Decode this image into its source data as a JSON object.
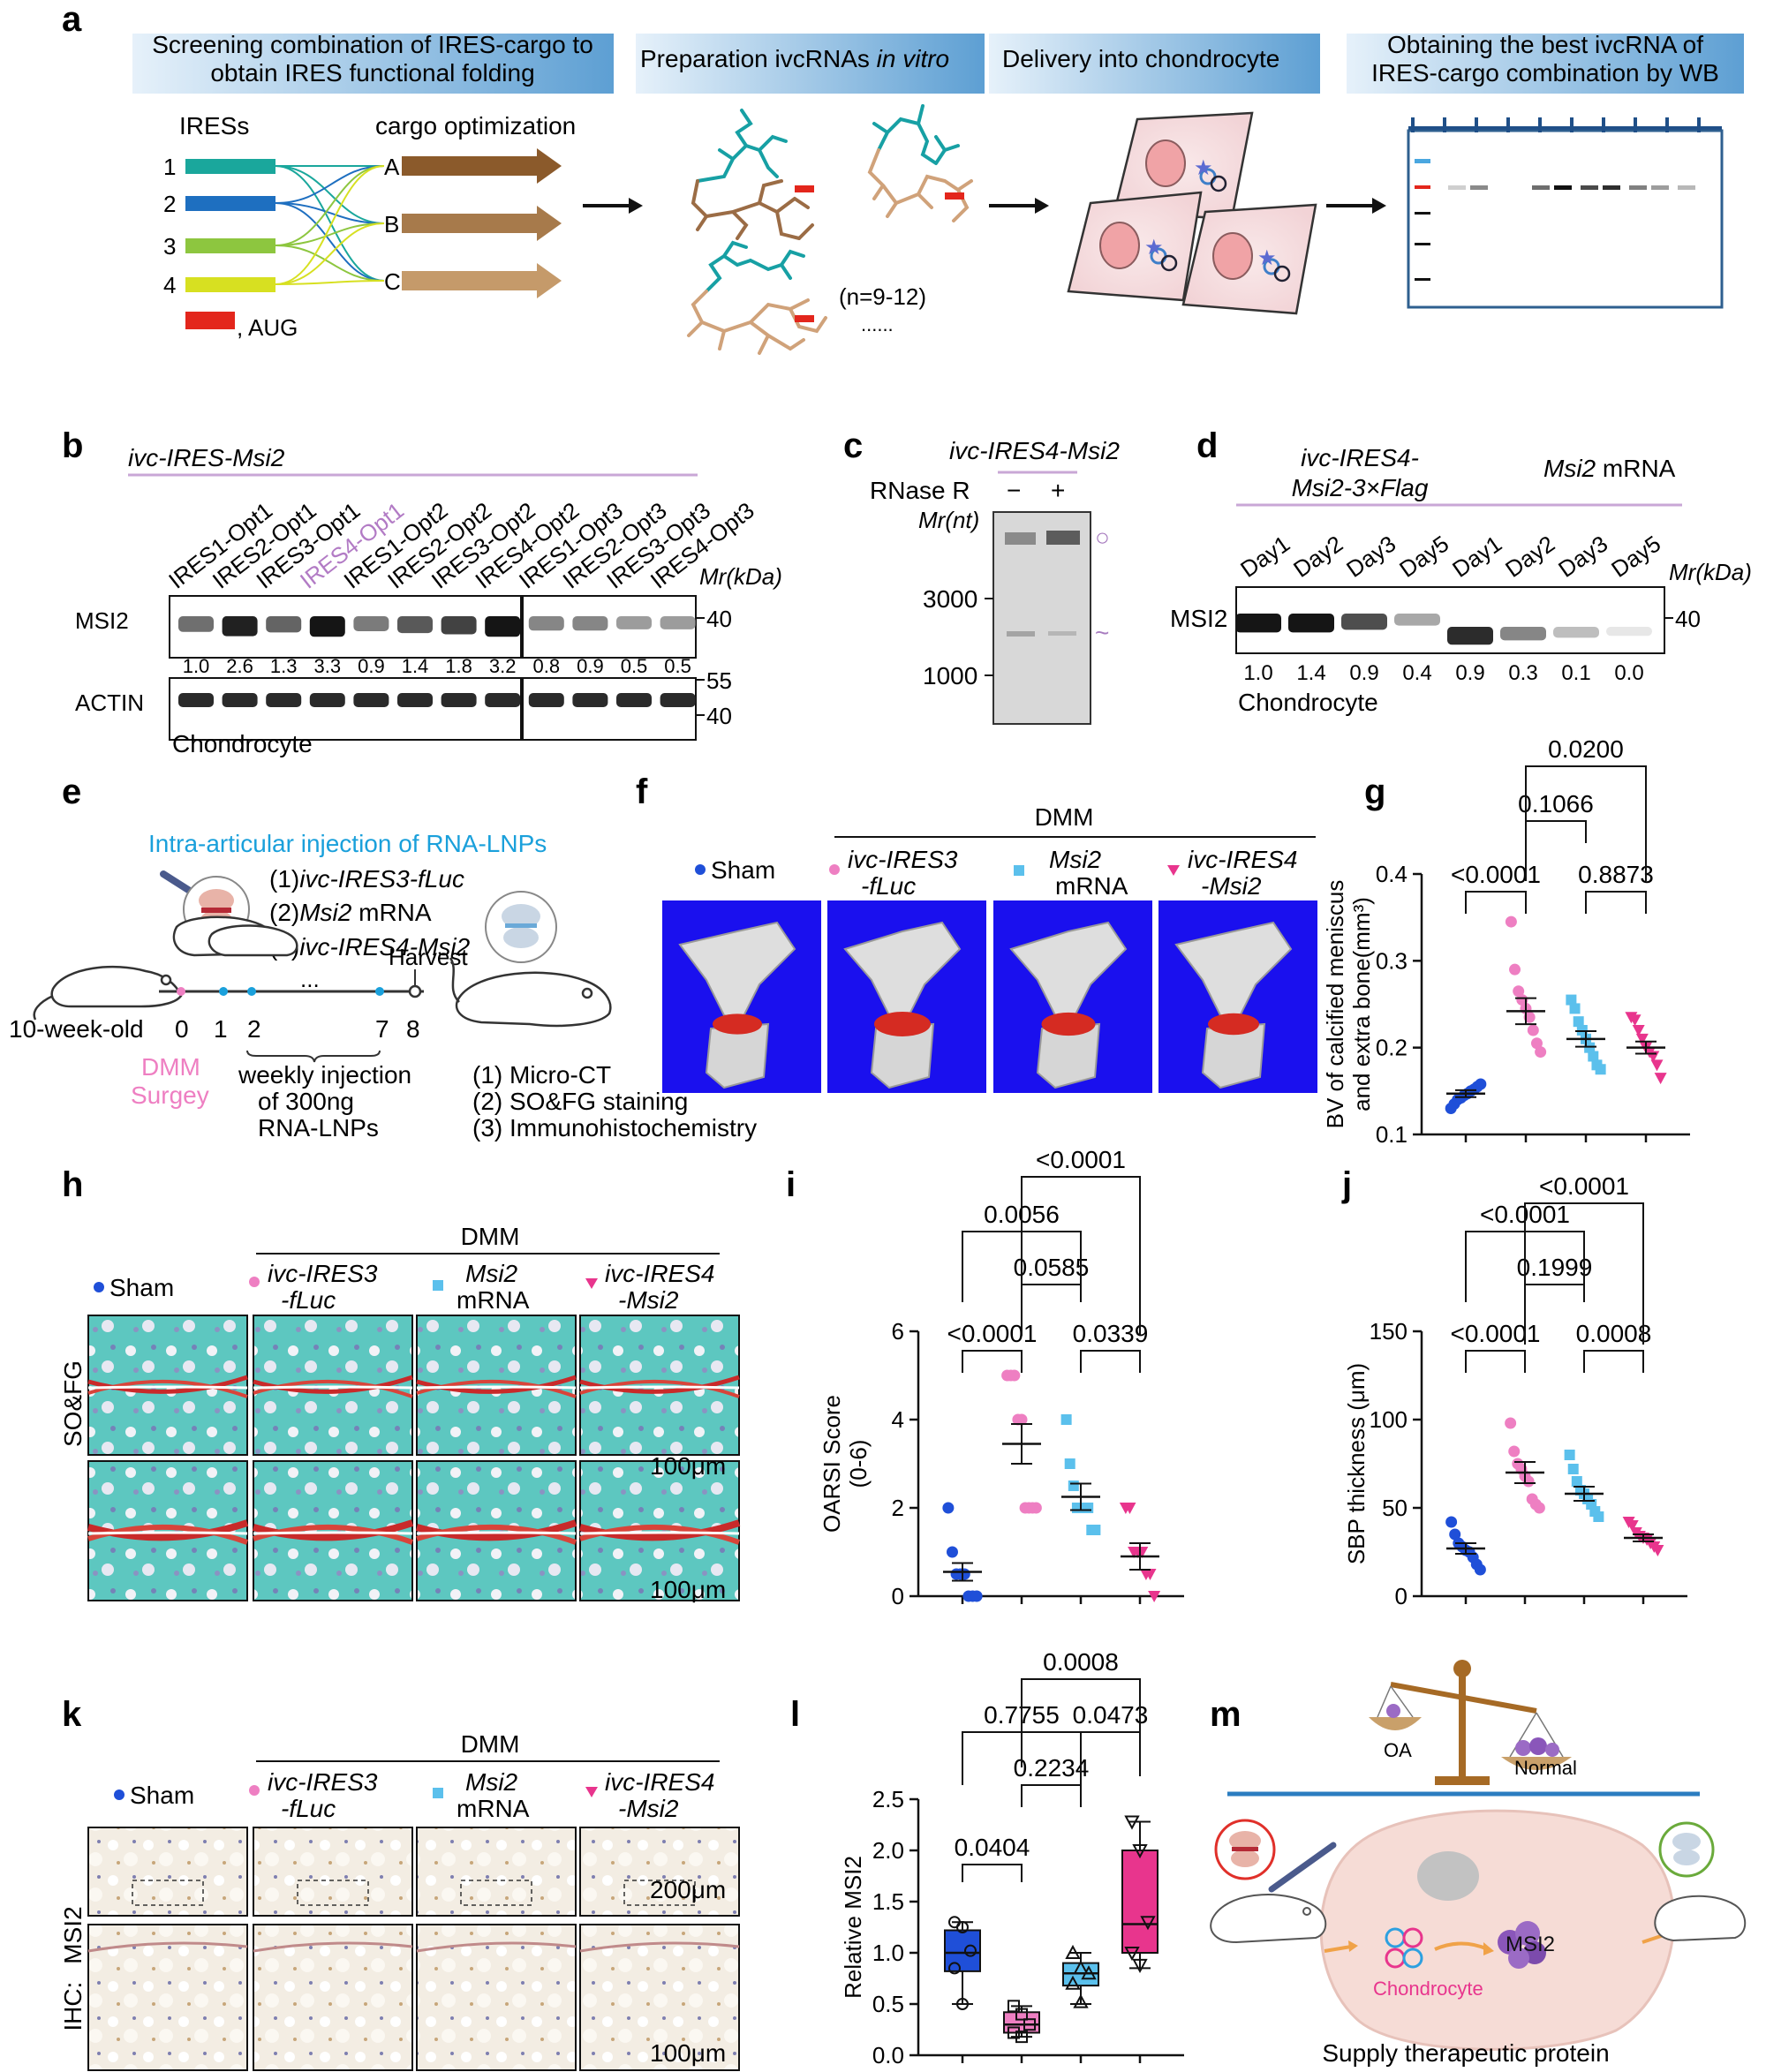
{
  "panel_labels": {
    "a": "a",
    "b": "b",
    "c": "c",
    "d": "d",
    "e": "e",
    "f": "f",
    "g": "g",
    "h": "h",
    "i": "i",
    "j": "j",
    "k": "k",
    "l": "l",
    "m": "m"
  },
  "panel_a": {
    "headers": [
      {
        "line1": "Screening combination of IRES-cargo to",
        "line2": "obtain IRES functional folding"
      },
      {
        "line1": "Preparation ivcRNAs ",
        "line1_italic": "in vitro",
        "line2": ""
      },
      {
        "line1": "Delivery into chondrocyte",
        "line2": ""
      },
      {
        "line1": "Obtaining the best ivcRNA of",
        "line2": "IRES-cargo combination by WB"
      }
    ],
    "ires_title": "IRESs",
    "cargo_title": "cargo optimization",
    "ires_numbers": [
      "1",
      "2",
      "3",
      "4"
    ],
    "ires_colors": [
      "#1aa79c",
      "#1e6fc0",
      "#8dc63f",
      "#d7e021"
    ],
    "cargo_letters": [
      "A",
      "B",
      "C"
    ],
    "cargo_colors": [
      "#8b5a2b",
      "#a77a4b",
      "#c59a6a"
    ],
    "aug_label": ", AUG",
    "n_label": "(n=9-12)",
    "dots": "......"
  },
  "panel_b": {
    "title": "ivc-IRES-Msi2",
    "lanes": [
      "IRES1-Opt1",
      "IRES2-Opt1",
      "IRES3-Opt1",
      "IRES4-Opt1",
      "IRES1-Opt2",
      "IRES2-Opt2",
      "IRES3-Opt2",
      "IRES4-Opt2",
      "IRES1-Opt3",
      "IRES2-Opt3",
      "IRES3-Opt3",
      "IRES4-Opt3"
    ],
    "highlight_lane": "IRES4-Opt1",
    "mr_label": "Mr(kDa)",
    "row1": "MSI2",
    "row2": "ACTIN",
    "values": [
      "1.0",
      "2.6",
      "1.3",
      "3.3",
      "0.9",
      "1.4",
      "1.8",
      "3.2",
      "0.8",
      "0.9",
      "0.5",
      "0.5"
    ],
    "intensities": [
      0.55,
      0.9,
      0.6,
      0.95,
      0.5,
      0.65,
      0.75,
      0.95,
      0.45,
      0.45,
      0.35,
      0.35
    ],
    "markers_top": [
      "40"
    ],
    "markers_bottom": [
      "55",
      "40"
    ],
    "footer": "Chondrocyte"
  },
  "panel_c": {
    "title": "ivc-IRES4-Msi2",
    "rnase": "RNase R",
    "minus": "−",
    "plus": "+",
    "mr": "Mr(nt)",
    "markers": [
      "3000",
      "1000"
    ],
    "circ_symbol": "○",
    "lin_symbol": "~"
  },
  "panel_d": {
    "group1_l1": "ivc-IRES4-",
    "group1_l2": "Msi2-3×Flag",
    "group2_a": "Msi2",
    "group2_b": " mRNA",
    "lanes": [
      "Day1",
      "Day2",
      "Day3",
      "Day5",
      "Day1",
      "Day2",
      "Day3",
      "Day5"
    ],
    "mr": "Mr(kDa)",
    "row": "MSI2",
    "marker": "40",
    "values": [
      "1.0",
      "1.4",
      "0.9",
      "0.4",
      "0.9",
      "0.3",
      "0.1",
      "0.0"
    ],
    "intensities": [
      0.95,
      0.95,
      0.7,
      0.3,
      0.85,
      0.45,
      0.2,
      0.02
    ],
    "footer": "Chondrocyte"
  },
  "panel_e": {
    "title": "Intra-articular injection of  RNA-LNPs",
    "list": [
      {
        "pre": "(1)",
        "it": "ivc-IRES3-fLuc",
        "post": ""
      },
      {
        "pre": "(2)",
        "it": "Msi2",
        "post": " mRNA"
      },
      {
        "pre": "(3)",
        "it": "ivc-IRES4-Msi2",
        "post": ""
      }
    ],
    "age": "10-week-old",
    "ticks": [
      "0",
      "1",
      "2",
      "7",
      "8"
    ],
    "ellipsis": "...",
    "harvest": "Harvest",
    "dmm1": "DMM",
    "dmm2": "Surgey",
    "weekly": [
      "weekly injection",
      "of 300ng",
      "RNA-LNPs"
    ],
    "assays": [
      "(1) Micro-CT",
      "(2) SO&FG staining",
      "(3) Immunohistochemistry"
    ]
  },
  "groups": {
    "dmm": "DMM",
    "sham": "Sham",
    "g2_l1": "ivc-IRES3",
    "g2_l2": "-fLuc",
    "g3_l1": "Msi2",
    "g3_l2": "mRNA",
    "g4_l1": "ivc-IRES4",
    "g4_l2": "-Msi2",
    "colors": [
      "#1f4fd8",
      "#ee7fc2",
      "#5bc0ec",
      "#e8358d"
    ]
  },
  "panel_h": {
    "side": "SO&FG",
    "scale1": "100μm",
    "scale2": "100μm"
  },
  "panel_k": {
    "side1": "IHC:",
    "side2": "MSI2",
    "scale1": "200μm",
    "scale2": "100μm"
  },
  "panel_m": {
    "oa": "OA",
    "normal": "Normal",
    "msi2": "MSI2",
    "chondrocyte": "Chondrocyte",
    "caption": "Supply therapeutic protein"
  },
  "chart_data": [
    {
      "panel": "g",
      "type": "scatter",
      "ylabel_l1": "BV of calcified meniscus",
      "ylabel_l2": "and extra bone(mm³)",
      "ylim": [
        0.1,
        0.4
      ],
      "yticks": [
        "0.1",
        "0.2",
        "0.3",
        "0.4"
      ],
      "series": [
        {
          "mean": 0.147,
          "sem": 0.004,
          "points": [
            0.13,
            0.135,
            0.14,
            0.142,
            0.145,
            0.147,
            0.15,
            0.152,
            0.155,
            0.158
          ]
        },
        {
          "mean": 0.242,
          "sem": 0.015,
          "points": [
            0.345,
            0.29,
            0.265,
            0.255,
            0.245,
            0.235,
            0.22,
            0.205,
            0.195
          ]
        },
        {
          "mean": 0.21,
          "sem": 0.009,
          "points": [
            0.255,
            0.245,
            0.23,
            0.22,
            0.21,
            0.2,
            0.19,
            0.18,
            0.175
          ]
        },
        {
          "mean": 0.2,
          "sem": 0.007,
          "points": [
            0.235,
            0.232,
            0.22,
            0.21,
            0.2,
            0.195,
            0.19,
            0.18,
            0.165
          ]
        }
      ],
      "brackets": [
        {
          "a": 0,
          "b": 1,
          "label": "<0.0001"
        },
        {
          "a": 2,
          "b": 3,
          "label": "0.8873"
        },
        {
          "a": 1,
          "b": 2,
          "label": "0.1066"
        },
        {
          "a": 1,
          "b": 3,
          "label": "0.0200"
        }
      ]
    },
    {
      "panel": "i",
      "type": "scatter",
      "ylabel_l1": "OARSI Score",
      "ylabel_l2": "(0-6)",
      "ylim": [
        0,
        6
      ],
      "yticks": [
        "0",
        "2",
        "4",
        "6"
      ],
      "series": [
        {
          "mean": 0.55,
          "sem": 0.2,
          "points": [
            2,
            1,
            0.5,
            0.5,
            0.5,
            0,
            0,
            0
          ]
        },
        {
          "mean": 3.45,
          "sem": 0.45,
          "points": [
            5,
            5,
            5,
            4,
            4,
            2,
            2,
            2,
            2
          ]
        },
        {
          "mean": 2.25,
          "sem": 0.3,
          "points": [
            4,
            3,
            2.5,
            2,
            2,
            2,
            2,
            1.5,
            1.5
          ]
        },
        {
          "mean": 0.9,
          "sem": 0.3,
          "points": [
            2,
            2,
            1,
            1,
            1,
            0.5,
            0.5,
            0
          ]
        }
      ],
      "brackets": [
        {
          "a": 0,
          "b": 1,
          "label": "<0.0001"
        },
        {
          "a": 2,
          "b": 3,
          "label": "0.0339"
        },
        {
          "a": 1,
          "b": 2,
          "label": "0.0585"
        },
        {
          "a": 0,
          "b": 2,
          "label": "0.0056"
        },
        {
          "a": 1,
          "b": 3,
          "label": "<0.0001"
        }
      ]
    },
    {
      "panel": "j",
      "type": "scatter",
      "ylabel_l1": "SBP thickness (μm)",
      "ylabel_l2": "",
      "ylim": [
        0,
        150
      ],
      "yticks": [
        "0",
        "50",
        "100",
        "150"
      ],
      "series": [
        {
          "mean": 27,
          "sem": 3,
          "points": [
            42,
            35,
            30,
            28,
            26,
            25,
            22,
            18,
            15
          ]
        },
        {
          "mean": 70,
          "sem": 6,
          "points": [
            98,
            82,
            75,
            72,
            68,
            65,
            55,
            52,
            50
          ]
        },
        {
          "mean": 58,
          "sem": 4,
          "points": [
            80,
            72,
            65,
            60,
            58,
            55,
            52,
            48,
            45
          ]
        },
        {
          "mean": 33,
          "sem": 2,
          "points": [
            42,
            40,
            36,
            34,
            33,
            32,
            30,
            28,
            26
          ]
        }
      ],
      "brackets": [
        {
          "a": 0,
          "b": 1,
          "label": "<0.0001"
        },
        {
          "a": 2,
          "b": 3,
          "label": "0.0008"
        },
        {
          "a": 1,
          "b": 2,
          "label": "0.1999"
        },
        {
          "a": 0,
          "b": 2,
          "label": "<0.0001"
        },
        {
          "a": 1,
          "b": 3,
          "label": "<0.0001"
        }
      ]
    },
    {
      "panel": "l",
      "type": "box",
      "ylabel_l1": "Relative MSI2",
      "ylabel_l2": "",
      "ylim": [
        0,
        2.5
      ],
      "yticks": [
        "0.0",
        "0.5",
        "1.0",
        "1.5",
        "2.0",
        "2.5"
      ],
      "series": [
        {
          "min": 0.5,
          "q1": 0.82,
          "median": 1.0,
          "q3": 1.22,
          "max": 1.3,
          "points": [
            1.3,
            1.25,
            1.02,
            0.85,
            0.5
          ]
        },
        {
          "min": 0.18,
          "q1": 0.22,
          "median": 0.3,
          "q3": 0.42,
          "max": 0.48,
          "points": [
            0.48,
            0.4,
            0.3,
            0.22,
            0.18
          ]
        },
        {
          "min": 0.5,
          "q1": 0.68,
          "median": 0.8,
          "q3": 0.9,
          "max": 1.0,
          "points": [
            1.0,
            0.85,
            0.8,
            0.7,
            0.52
          ]
        },
        {
          "min": 0.85,
          "q1": 1.0,
          "median": 1.28,
          "q3": 2.0,
          "max": 2.28,
          "points": [
            2.28,
            2.0,
            1.3,
            1.0,
            0.88
          ]
        }
      ],
      "brackets": [
        {
          "a": 0,
          "b": 1,
          "label": "0.0404"
        },
        {
          "a": 1,
          "b": 2,
          "label": "0.2234"
        },
        {
          "a": 0,
          "b": 2,
          "label": "0.7755"
        },
        {
          "a": 2,
          "b": 3,
          "label": "0.0473"
        },
        {
          "a": 1,
          "b": 3,
          "label": "0.0008"
        }
      ]
    }
  ]
}
